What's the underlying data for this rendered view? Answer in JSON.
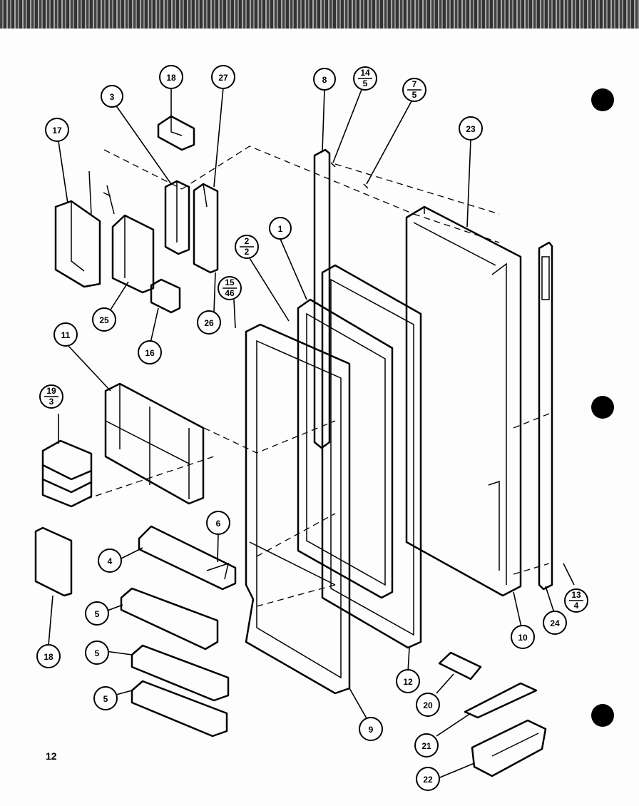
{
  "page_number": "12",
  "callouts": [
    {
      "id": "c-18-top",
      "label": "18"
    },
    {
      "id": "c-27",
      "label": "27"
    },
    {
      "id": "c-3",
      "label": "3"
    },
    {
      "id": "c-17",
      "label": "17"
    },
    {
      "id": "c-8",
      "label": "8"
    },
    {
      "id": "c-14-5",
      "num": "14",
      "den": "5"
    },
    {
      "id": "c-7-5",
      "num": "7",
      "den": "5"
    },
    {
      "id": "c-23",
      "label": "23"
    },
    {
      "id": "c-1",
      "label": "1"
    },
    {
      "id": "c-2-2",
      "num": "2",
      "den": "2"
    },
    {
      "id": "c-15-46",
      "num": "15",
      "den": "46"
    },
    {
      "id": "c-25",
      "label": "25"
    },
    {
      "id": "c-26",
      "label": "26"
    },
    {
      "id": "c-16",
      "label": "16"
    },
    {
      "id": "c-11",
      "label": "11"
    },
    {
      "id": "c-19-3",
      "num": "19",
      "den": "3"
    },
    {
      "id": "c-6",
      "label": "6"
    },
    {
      "id": "c-4",
      "label": "4"
    },
    {
      "id": "c-5a",
      "label": "5"
    },
    {
      "id": "c-5b",
      "label": "5"
    },
    {
      "id": "c-5c",
      "label": "5"
    },
    {
      "id": "c-18-bottom",
      "label": "18"
    },
    {
      "id": "c-9",
      "label": "9"
    },
    {
      "id": "c-12",
      "label": "12"
    },
    {
      "id": "c-10",
      "label": "10"
    },
    {
      "id": "c-24",
      "label": "24"
    },
    {
      "id": "c-13-4",
      "num": "13",
      "den": "4"
    },
    {
      "id": "c-20",
      "label": "20"
    },
    {
      "id": "c-21",
      "label": "21"
    },
    {
      "id": "c-22",
      "label": "22"
    }
  ]
}
